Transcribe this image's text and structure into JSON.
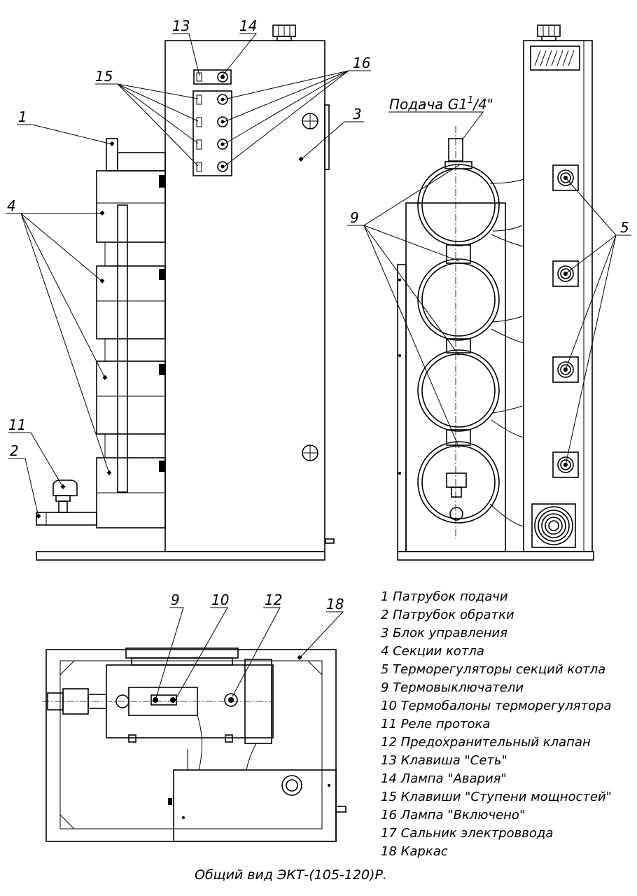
{
  "callouts": {
    "c1": "1",
    "c2": "2",
    "c3": "3",
    "c4": "4",
    "c5": "5",
    "c9a": "9",
    "c9b": "9",
    "c10": "10",
    "c11": "11",
    "c12": "12",
    "c13": "13",
    "c14": "14",
    "c15": "15",
    "c16": "16",
    "c18": "18"
  },
  "supply_label": {
    "prefix": "Подача G1",
    "sup": "1",
    "suffix": "/4\""
  },
  "legend": [
    "1 Патрубок подачи",
    "2 Патрубок обратки",
    "3 Блок управления",
    "4 Секции котла",
    "5 Терморегуляторы секций котла",
    "9 Термовыключатели",
    "10 Термобалоны терморегулятора",
    "11 Реле протока",
    "12 Предохранительный клапан",
    "13 Клавиша \"Сеть\"",
    "14 Лампа \"Авария\"",
    "15 Клавиши \"Ступени мощностей\"",
    "16 Лампа \"Включено\"",
    "17 Сальник электроввода",
    "18 Каркас"
  ],
  "caption": "Общий вид ЭКТ-(105-120)Р.",
  "colors": {
    "ink": "#000000",
    "paper": "#ffffff"
  }
}
